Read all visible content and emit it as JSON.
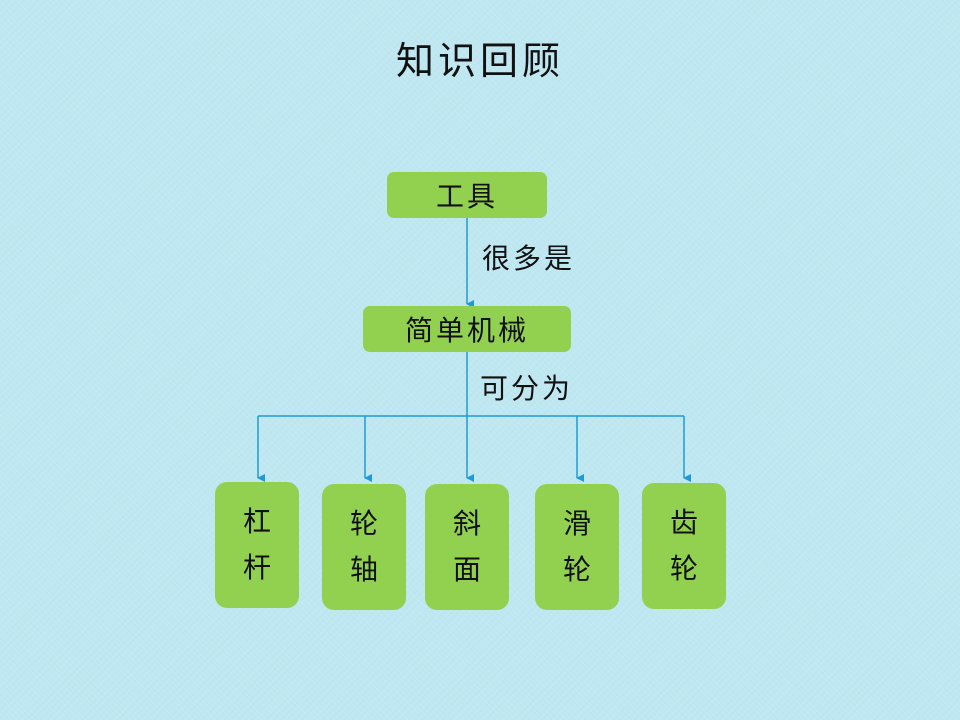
{
  "title": "知识回顾",
  "root": {
    "label": "工具"
  },
  "edge_root_to_mid": {
    "label": "很多是"
  },
  "mid": {
    "label": "简单机械"
  },
  "edge_mid_to_children": {
    "label": "可分为"
  },
  "children": [
    {
      "line1": "杠",
      "line2": "杆"
    },
    {
      "line1": "轮",
      "line2": "轴"
    },
    {
      "line1": "斜",
      "line2": "面"
    },
    {
      "line1": "滑",
      "line2": "轮"
    },
    {
      "line1": "齿",
      "line2": "轮"
    }
  ],
  "colors": {
    "background": "#bfe7f1",
    "box_fill": "#92d050",
    "connector": "#1f9ad6"
  }
}
